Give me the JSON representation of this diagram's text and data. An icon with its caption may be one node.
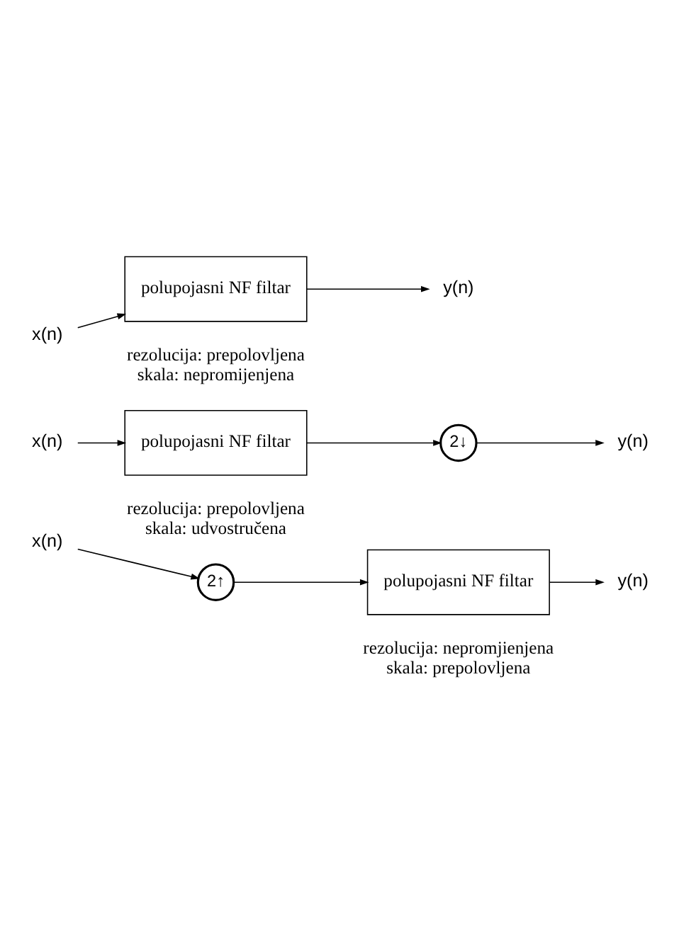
{
  "diagram": {
    "nodes": [
      {
        "text": [
          "x(n)"
        ]
      },
      {
        "text": [
          "polupojasni NF filtar"
        ],
        "beside": [
          "rezolucija: prepolovljena",
          "skala: nepromijenjena"
        ]
      },
      {
        "text": [
          "y(n)"
        ]
      },
      {
        "text": [
          "x(n)"
        ]
      },
      {
        "text": [
          "polupojasni NF filtar"
        ],
        "beside": [
          "rezolucija: prepolovljena",
          "skala: udvostručena"
        ]
      },
      {
        "text": [
          "2↓"
        ]
      },
      {
        "text": [
          "y(n)"
        ]
      },
      {
        "text": [
          "x(n)"
        ]
      },
      {
        "text": [
          "2↑"
        ]
      },
      {
        "text": [
          "polupojasni NF filtar"
        ],
        "beside": [
          "rezolucija: nepromjienjena",
          "skala: prepolovljena"
        ]
      },
      {
        "text": [
          "y(n)"
        ]
      }
    ],
    "edges": [
      {
        "from": 0,
        "to": 1,
        "arrow": "to"
      },
      {
        "from": 1,
        "to": 2,
        "arrow": "to"
      },
      {
        "from": 3,
        "to": 4,
        "arrow": "to"
      },
      {
        "from": 4,
        "to": 5,
        "arrow": "to"
      },
      {
        "from": 5,
        "to": 6,
        "arrow": "to"
      },
      {
        "from": 7,
        "to": 8,
        "arrow": "to"
      },
      {
        "from": 8,
        "to": 9,
        "arrow": "to"
      },
      {
        "from": 9,
        "to": 10,
        "arrow": "to"
      }
    ]
  }
}
